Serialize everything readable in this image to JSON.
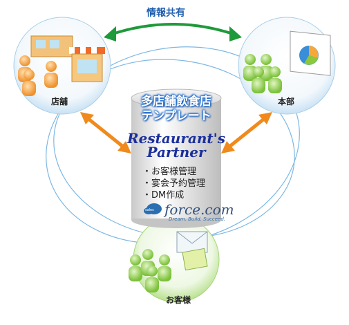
{
  "header": {
    "info_share": "情報共有"
  },
  "nodes": {
    "store": "店舗",
    "hq": "本部",
    "customer": "お客様"
  },
  "center": {
    "title_line1": "多店舗飲食店",
    "title_line2": "テンプレート",
    "product_line1": "Restaurant's",
    "product_line2": "Partner",
    "features": [
      "・お客様管理",
      "・宴会予約管理",
      "・DM作成"
    ],
    "logo_text": "force.com",
    "logo_tagline": "Dream. Build. Succeed."
  },
  "colors": {
    "green_arrow": "#1e9a3a",
    "orange_arrow": "#f08a1c",
    "ring_blue": "#6fb0e0",
    "people_orange": "#f5a24a",
    "people_green": "#8ccf4a",
    "title_blue": "#1e6fd6",
    "product_navy": "#1b2f9c"
  },
  "icons": [
    "shop-icon",
    "people-icon",
    "chart-board-icon",
    "envelope-icon",
    "salesforce-cloud-icon"
  ]
}
